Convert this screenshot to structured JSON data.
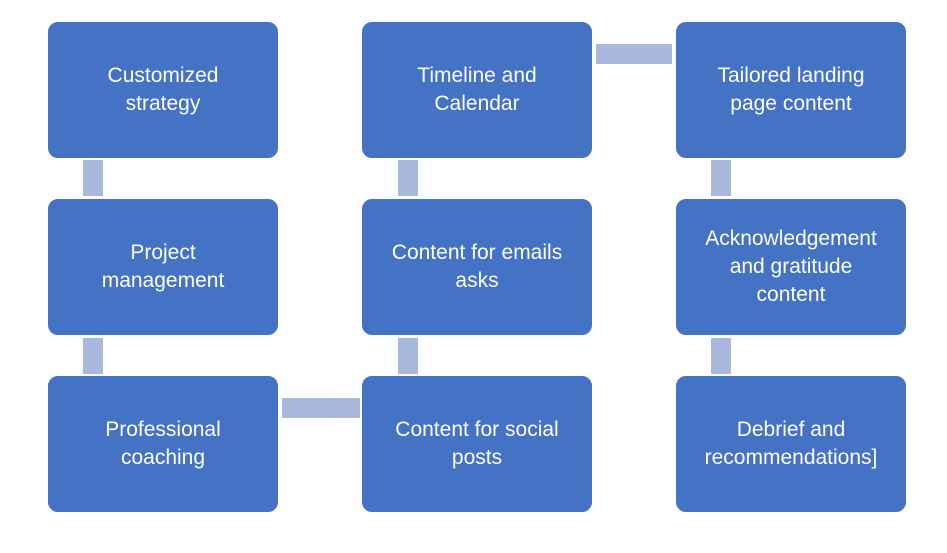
{
  "diagram": {
    "nodes": [
      {
        "id": "customized-strategy",
        "label": "Customized\nstrategy"
      },
      {
        "id": "project-management",
        "label": "Project\nmanagement"
      },
      {
        "id": "professional-coaching",
        "label": "Professional\ncoaching"
      },
      {
        "id": "content-social-posts",
        "label": "Content for social\nposts"
      },
      {
        "id": "content-emails-asks",
        "label": "Content for emails\nasks"
      },
      {
        "id": "timeline-calendar",
        "label": "Timeline and\nCalendar"
      },
      {
        "id": "tailored-landing-page",
        "label": "Tailored landing\npage content"
      },
      {
        "id": "acknowledgement-gratitude",
        "label": "Acknowledgement\nand gratitude\ncontent"
      },
      {
        "id": "debrief-recommendations",
        "label": "Debrief and\nrecommendations]"
      }
    ],
    "edges": [
      {
        "from": "customized-strategy",
        "to": "project-management"
      },
      {
        "from": "project-management",
        "to": "professional-coaching"
      },
      {
        "from": "professional-coaching",
        "to": "content-social-posts"
      },
      {
        "from": "content-social-posts",
        "to": "content-emails-asks"
      },
      {
        "from": "content-emails-asks",
        "to": "timeline-calendar"
      },
      {
        "from": "timeline-calendar",
        "to": "tailored-landing-page"
      },
      {
        "from": "tailored-landing-page",
        "to": "acknowledgement-gratitude"
      },
      {
        "from": "acknowledgement-gratitude",
        "to": "debrief-recommendations"
      }
    ],
    "colors": {
      "box_fill": "#4472C4",
      "box_border": "#ffffff",
      "connector": "#A9B8DD",
      "text": "#ffffff"
    }
  }
}
